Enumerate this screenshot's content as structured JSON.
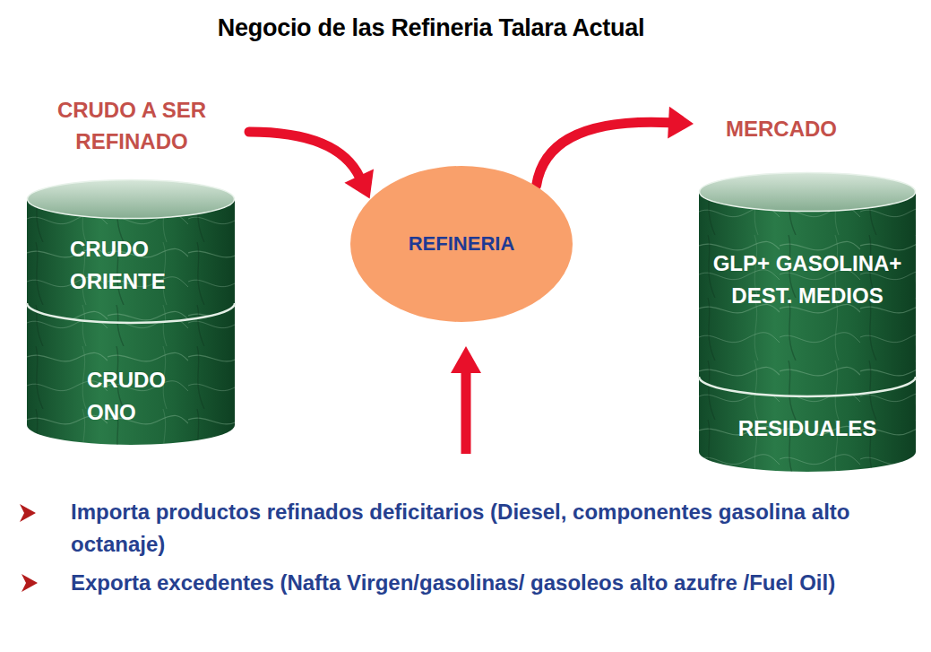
{
  "diagram": {
    "title": "Negocio de las Refineria Talara Actual",
    "nodes": [
      {
        "text": [
          "CRUDO A SER REFINADO"
        ]
      },
      {
        "text": [
          "CRUDO ORIENTE"
        ],
        "in": 0
      },
      {
        "text": [
          "CRUDO ONO"
        ],
        "in": 0
      },
      {
        "text": [
          "REFINERIA"
        ]
      },
      {
        "text": [
          "MERCADO"
        ]
      },
      {
        "text": [
          "GLP+ GASOLINA+ DEST. MEDIOS"
        ],
        "in": 4
      },
      {
        "text": [
          "RESIDUALES"
        ],
        "in": 4
      }
    ],
    "edges": [
      {
        "from": 0,
        "to": 3,
        "arrow": "to"
      },
      {
        "from": 3,
        "to": 4,
        "arrow": "to"
      }
    ],
    "labels": [
      "Importa productos refinados deficitarios (Diesel, componentes gasolina alto octanaje)",
      "Exporta excedentes (Nafta Virgen/gasolinas/ gasoleos alto azufre /Fuel Oil)"
    ]
  }
}
